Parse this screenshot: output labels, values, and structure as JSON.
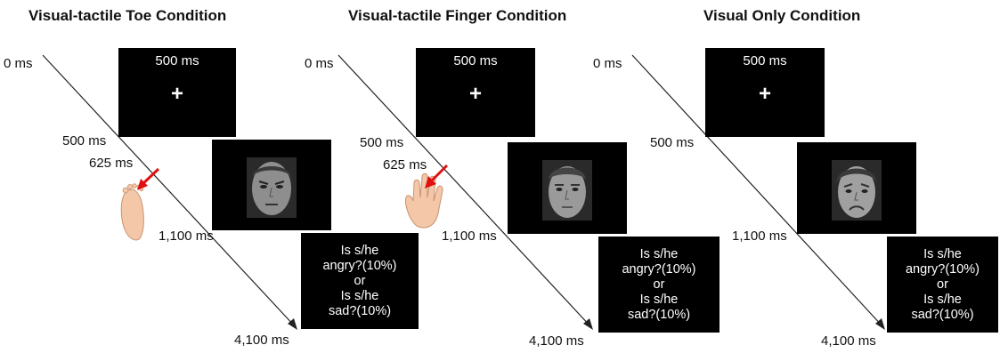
{
  "panels": [
    {
      "title": "Visual-tactile Toe Condition",
      "t0": "0 ms",
      "t500": "500 ms",
      "t625": "625 ms",
      "t1100": "1,100 ms",
      "t4100": "4,100 ms",
      "fixation_label": "500 ms",
      "fixation_symbol": "+",
      "face_expression": "angry",
      "stimulus_icon": "foot-icon",
      "question_lines": [
        "Is s/he",
        "angry?(10%)",
        "or",
        "Is s/he",
        "sad?(10%)"
      ]
    },
    {
      "title": "Visual-tactile Finger Condition",
      "t0": "0 ms",
      "t500": "500 ms",
      "t625": "625 ms",
      "t1100": "1,100 ms",
      "t4100": "4,100 ms",
      "fixation_label": "500 ms",
      "fixation_symbol": "+",
      "face_expression": "neutral",
      "stimulus_icon": "hand-icon",
      "question_lines": [
        "Is s/he",
        "angry?(10%)",
        "or",
        "Is s/he",
        "sad?(10%)"
      ]
    },
    {
      "title": "Visual Only Condition",
      "t0": "0 ms",
      "t500": "500 ms",
      "t1100": "1,100 ms",
      "t4100": "4,100 ms",
      "fixation_label": "500 ms",
      "fixation_symbol": "+",
      "face_expression": "sad",
      "question_lines": [
        "Is s/he",
        "angry?(10%)",
        "or",
        "Is s/he",
        "sad?(10%)"
      ]
    }
  ],
  "colors": {
    "screen": "#000000",
    "arrow": "#e01010",
    "skin": "#f3c7a8"
  }
}
